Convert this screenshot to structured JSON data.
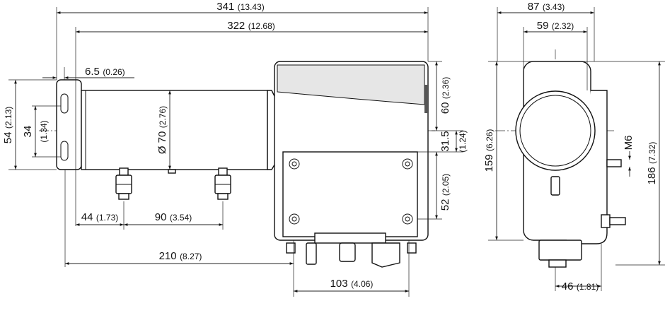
{
  "dimensions": {
    "overall_length": {
      "mm": "341",
      "in": "(13.43)"
    },
    "length_from_bracket": {
      "mm": "322",
      "in": "(12.68)"
    },
    "bracket_thickness": {
      "mm": "6.5",
      "in": "(0.26)"
    },
    "bracket_height": {
      "mm": "54",
      "in": "(2.13)"
    },
    "slot_spacing": {
      "mm": "34",
      "in": "(1.34)"
    },
    "tube_diameter": {
      "mm": "Ø 70",
      "in": "(2.76)"
    },
    "housing_top": {
      "mm": "60",
      "in": "(2.36)"
    },
    "axis_to_plate": {
      "mm": "31.5",
      "in": "(1.24)"
    },
    "plate_screw_spacing": {
      "mm": "52",
      "in": "(2.05)"
    },
    "first_gland": {
      "mm": "44",
      "in": "(1.73)"
    },
    "gland_spacing": {
      "mm": "90",
      "in": "(3.54)"
    },
    "to_housing": {
      "mm": "210",
      "in": "(8.27)"
    },
    "plate_width": {
      "mm": "103",
      "in": "(4.06)"
    },
    "side_width": {
      "mm": "87",
      "in": "(3.43)"
    },
    "side_inner_width": {
      "mm": "59",
      "in": "(2.32)"
    },
    "side_height": {
      "mm": "159",
      "in": "(6.26)"
    },
    "overall_height": {
      "mm": "186",
      "in": "(7.32)"
    },
    "thread": "M6",
    "side_bottom": {
      "mm": "46",
      "in": "(1.81)"
    }
  }
}
